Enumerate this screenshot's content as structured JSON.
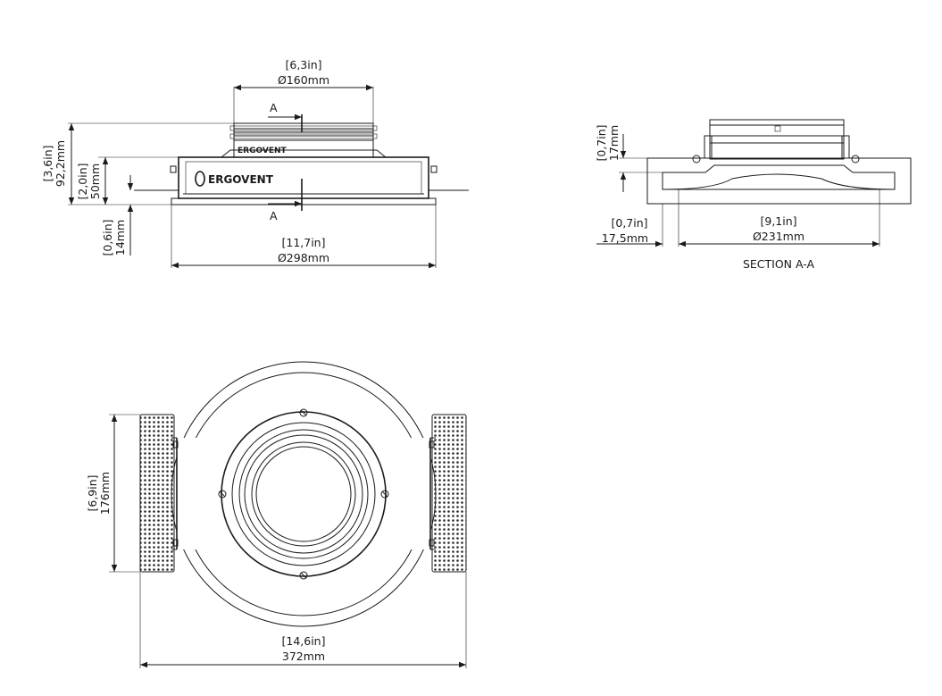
{
  "brand": "ERGOVENT",
  "side_view": {
    "top_width_in": "[6,3in]",
    "top_width_mm": "Ø160mm",
    "section_label_top": "A",
    "section_label_bottom": "A",
    "total_height_in": "[3,6in]",
    "total_height_mm": "92,2mm",
    "mid_height_in": "[2,0in]",
    "mid_height_mm": "50mm",
    "bottom_height_in": "[0,6in]",
    "bottom_height_mm": "14mm",
    "bottom_width_in": "[11,7in]",
    "bottom_width_mm": "Ø298mm"
  },
  "section_view": {
    "height_in": "[0,7in]",
    "height_mm": "17mm",
    "offset_in": "[0,7in]",
    "offset_mm": "17,5mm",
    "inner_width_in": "[9,1in]",
    "inner_width_mm": "Ø231mm",
    "caption": "SECTION A-A"
  },
  "top_view": {
    "height_in": "[6,9in]",
    "height_mm": "176mm",
    "width_in": "[14,6in]",
    "width_mm": "372mm"
  }
}
